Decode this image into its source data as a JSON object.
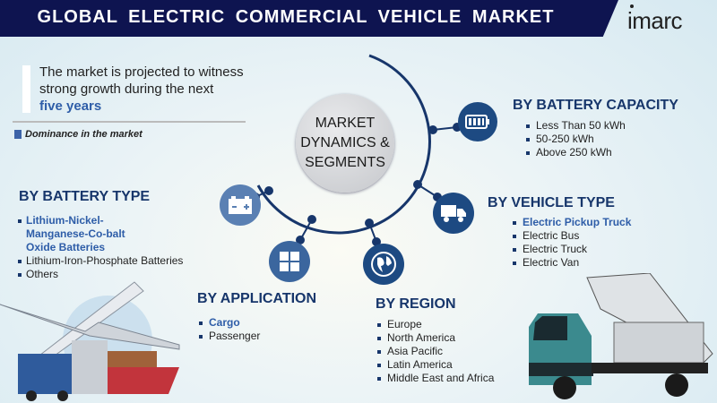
{
  "header": {
    "title": "GLOBAL ELECTRIC COMMERCIAL VEHICLE MARKET",
    "logo": "imarc"
  },
  "intro": {
    "line1": "The market is projected to witness",
    "line2": "strong growth during the next",
    "highlight": "five years"
  },
  "legend": {
    "label": "Dominance in the market",
    "color": "#3c63a8"
  },
  "center": {
    "line1": "MARKET",
    "line2": "DYNAMICS &",
    "line3": "SEGMENTS"
  },
  "segments": {
    "battery_capacity": {
      "title": "BY  BATTERY CAPACITY",
      "icon": "battery-icon",
      "items": [
        "Less Than 50 kWh",
        "50-250 kWh",
        "Above 250 kWh"
      ]
    },
    "vehicle_type": {
      "title": "BY  VEHICLE TYPE",
      "icon": "truck-icon",
      "items": [
        "Electric Pickup Truck",
        "Electric Bus",
        "Electric Truck",
        "Electric Van"
      ],
      "dominant": 0
    },
    "battery_type": {
      "title": "BY  BATTERY TYPE",
      "icon": "car-battery-icon",
      "items": [
        "Lithium-Nickel-Manganese-Co-balt Oxide Batteries",
        "Lithium-Iron-Phosphate Batteries",
        "Others"
      ],
      "dominant": 0
    },
    "application": {
      "title": "BY APPLICATION",
      "icon": "grid-icon",
      "items": [
        "Cargo",
        "Passenger"
      ],
      "dominant": 0
    },
    "region": {
      "title": "BY REGION",
      "icon": "globe-icon",
      "items": [
        "Europe",
        "North America",
        "Asia Pacific",
        "Latin America",
        "Middle East and Africa"
      ]
    }
  },
  "colors": {
    "banner": "#0e1450",
    "accent": "#17366b",
    "node": "#365a8c",
    "dominant": "#2e5da8"
  }
}
